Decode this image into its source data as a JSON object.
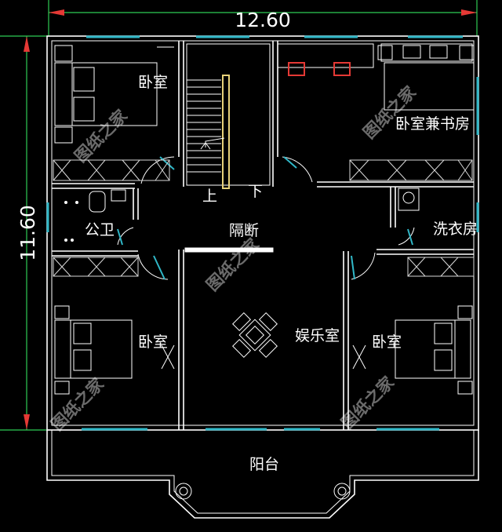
{
  "dimensions": {
    "width": "12.60",
    "height": "11.60"
  },
  "rooms": {
    "bedroom_top_left": "卧室",
    "stair_up": "上",
    "stair_down": "下",
    "bedroom_study": "卧室兼书房",
    "public_bathroom": "公卫",
    "partition": "隔断",
    "laundry": "洗衣房",
    "bedroom_bottom_left": "卧室",
    "entertainment": "娱乐室",
    "bedroom_bottom_right": "卧室",
    "balcony": "阳台"
  },
  "watermark": "图纸之家",
  "colors": {
    "background": "#000000",
    "wall": "#ffffff",
    "window": "#30b8c8",
    "dimension_line": "#2ecc55",
    "dimension_arrow": "#e53935",
    "stair_rail": "#e8d27a",
    "chair": "#e53935"
  }
}
